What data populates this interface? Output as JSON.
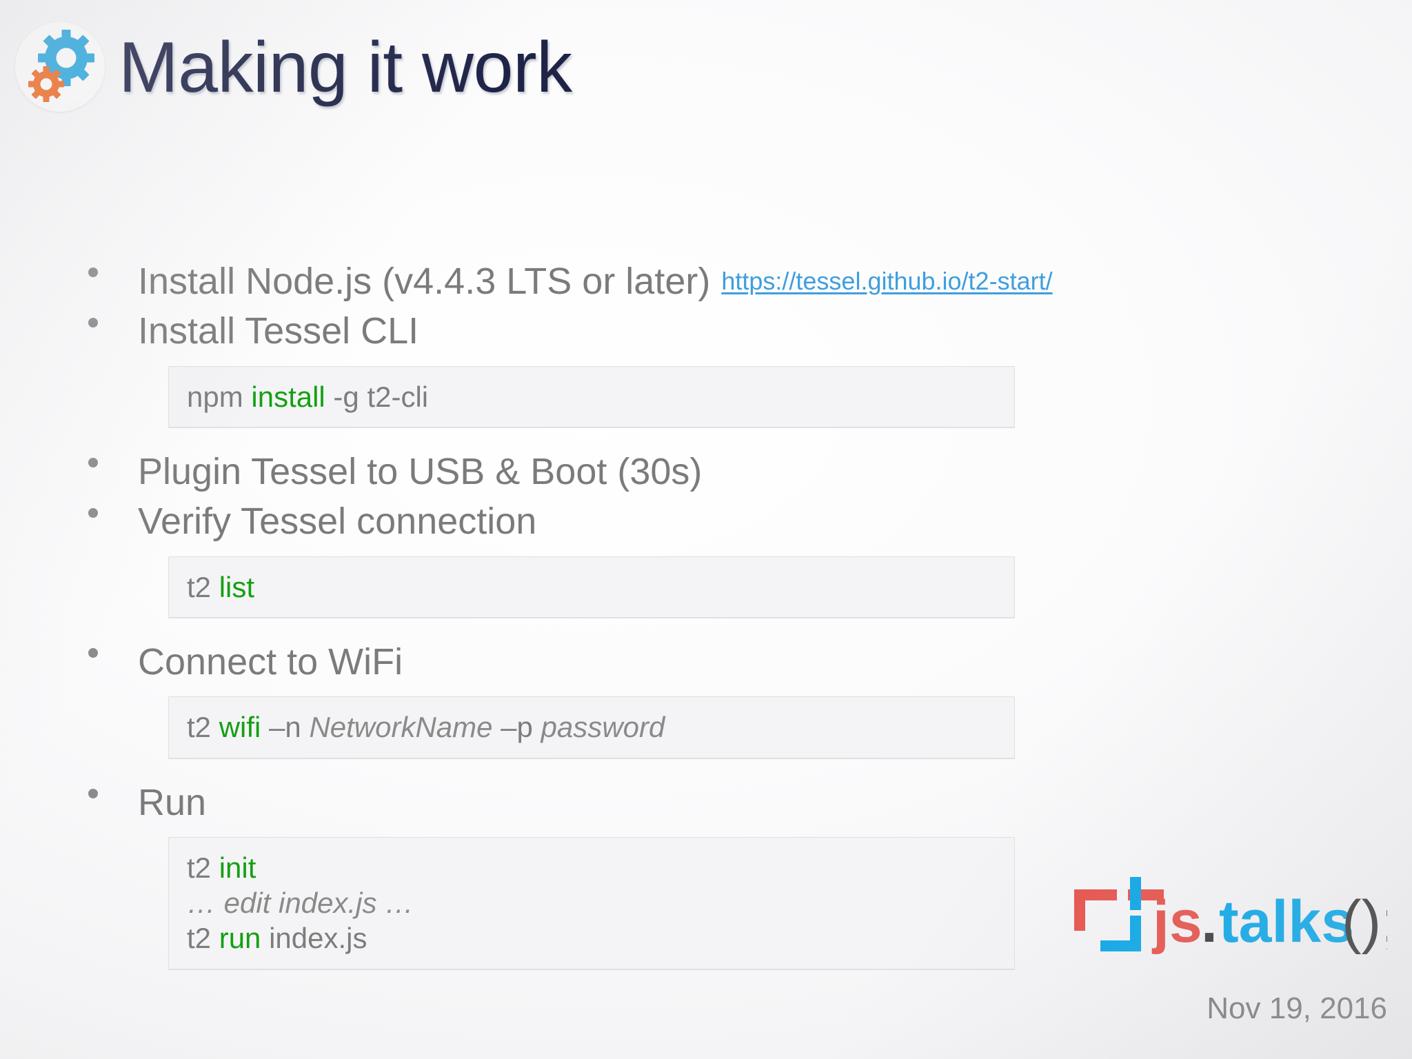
{
  "slide": {
    "title": "Making it work",
    "logo_icon": "gears-icon",
    "accent_blue": "#29a8e0",
    "accent_orange": "#f26a21",
    "title_color": "#1e2347",
    "body_color": "#7b7b7b",
    "code_keyword_color": "#13a012",
    "link_color": "#3f9ede"
  },
  "content": {
    "items": [
      {
        "bullet": "Install Node.js (v4.4.3 LTS or later)",
        "link": "https://tessel.github.io/t2-start/"
      },
      {
        "bullet": "Install Tessel CLI"
      },
      {
        "bullet": "Plugin Tessel to USB & Boot (30s)"
      },
      {
        "bullet": "Verify Tessel connection"
      },
      {
        "bullet": "Connect to WiFi"
      },
      {
        "bullet": "Run"
      }
    ],
    "code_blocks": {
      "npm_install": {
        "line1_pre": "npm ",
        "line1_kw": "install",
        "line1_post": " -g t2-cli"
      },
      "t2_list": {
        "line1_pre": "t2 ",
        "line1_kw": "list",
        "line1_post": ""
      },
      "t2_wifi": {
        "line1_pre": "t2 ",
        "line1_kw": "wifi",
        "line1_mid": " –n ",
        "line1_em1": "NetworkName",
        "line1_mid2": " –p ",
        "line1_em2": "password"
      },
      "t2_run": {
        "line1_pre": "t2 ",
        "line1_kw": "init",
        "line2_em": "… edit index.js …",
        "line3_pre": "t2 ",
        "line3_kw": "run",
        "line3_post": " index.js"
      }
    }
  },
  "footer": {
    "brand_js": "js",
    "brand_dot": ".",
    "brand_talks": "talks",
    "brand_parens": "();",
    "date": "Nov 19, 2016",
    "brand_mark_icon": "bracket-crosshair-icon",
    "brand_red": "#e8524b",
    "brand_blue": "#0aa7e8",
    "brand_dark": "#3a3a3a"
  }
}
